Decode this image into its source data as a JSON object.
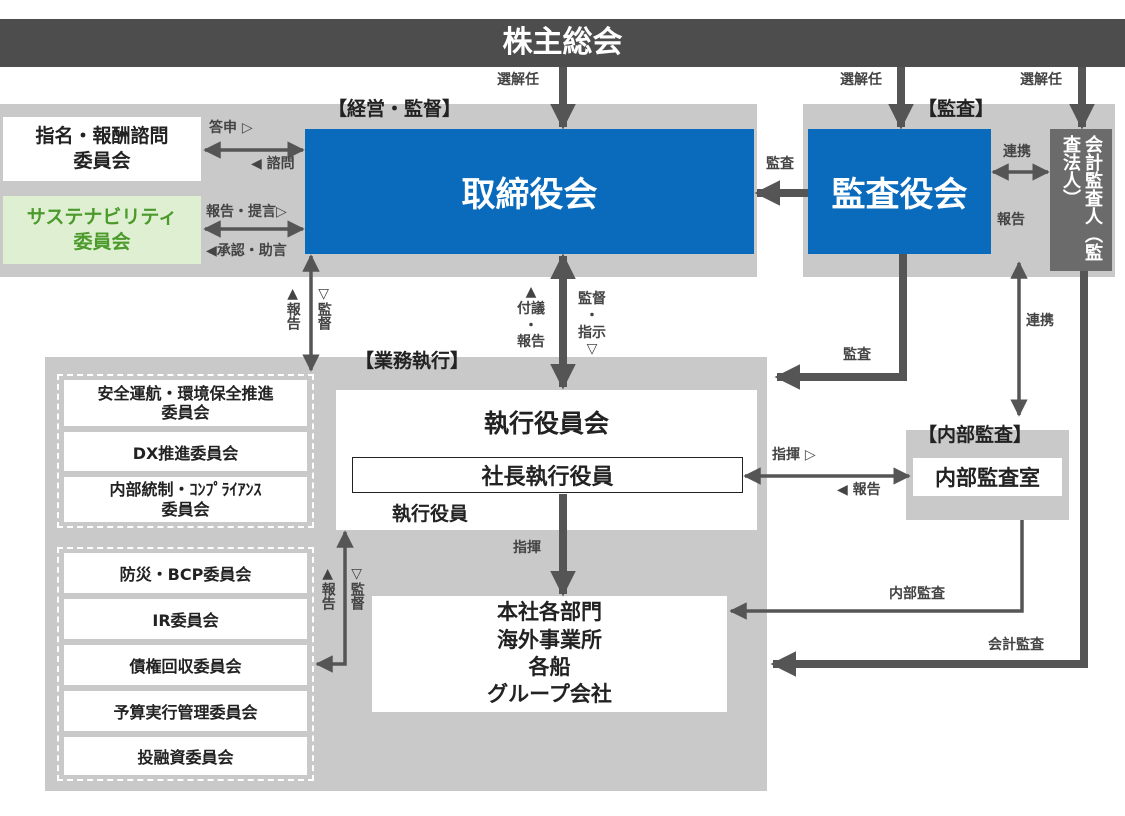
{
  "shareholders": "株主総会",
  "sections": {
    "management": "【経営・監督】",
    "audit": "【監査】",
    "execution": "【業務執行】",
    "internal_audit": "【内部監査】"
  },
  "boxes": {
    "nomination": "指名・報酬諮問\n委員会",
    "sustainability": "サステナビリティ\n委員会",
    "board": "取締役会",
    "audit_board": "監査役会",
    "accounting_auditor": "会計監査人（監査法人）",
    "exec_committee": "執行役員会",
    "president": "社長執行役員",
    "officers": "執行役員",
    "internal_audit_office": "内部監査室",
    "departments": "本社各部門\n海外事業所\n各船\nグループ会社"
  },
  "committees_top": [
    "安全運航・環境保全推進\n委員会",
    "DX推進委員会",
    "内部統制・ｺﾝﾌﾟﾗｲｱﾝｽ\n委員会"
  ],
  "committees_bottom": [
    "防災・BCP委員会",
    "IR委員会",
    "債権回収委員会",
    "予算実行管理委員会",
    "投融資委員会"
  ],
  "labels": {
    "elect_board": "選解任",
    "elect_audit": "選解任",
    "elect_auditor": "選解任",
    "report_answer": "答申 ▷",
    "consult": "◀ 諮問",
    "report_propose": "報告・提言▷",
    "approve_advise": "◀承認・助言",
    "audit_to_board": "監査",
    "coop_top": "連携",
    "report_right": "報告",
    "report_up_v": "▲報告",
    "supervise_down_v": "▽監督",
    "agenda_report": "▲\n付議\n・\n報告",
    "supervise_instruct": "監督\n・\n指示\n▽",
    "audit_exec": "監査",
    "coop_mid": "連携",
    "instruct": "指揮 ▷",
    "report_internal": "◀ 報告",
    "command": "指揮",
    "report_up_v2": "▲報告",
    "supervise_down_v2": "▽監督",
    "internal_audit_line": "内部監査",
    "accounting_audit_line": "会計監査"
  }
}
